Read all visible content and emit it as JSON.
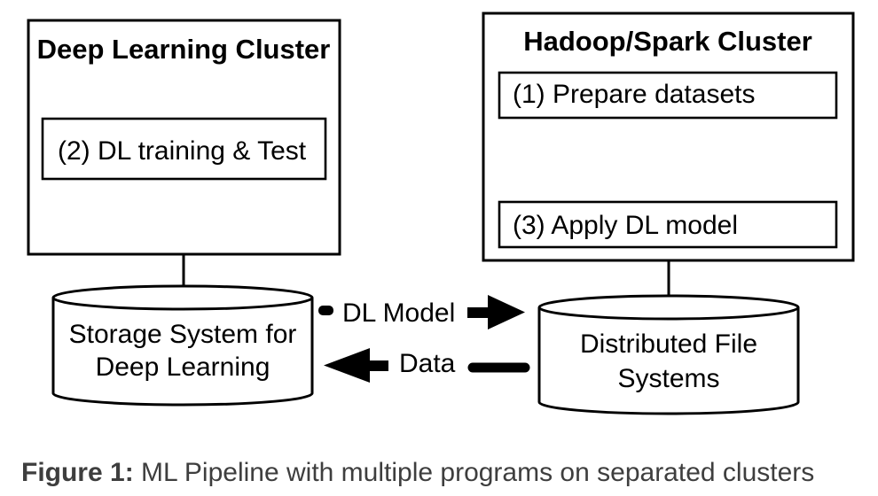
{
  "diagram": {
    "left_cluster": {
      "title": "Deep Learning Cluster",
      "steps": [
        {
          "label": "(2) DL training & Test"
        }
      ]
    },
    "right_cluster": {
      "title": "Hadoop/Spark Cluster",
      "steps": [
        {
          "label": "(1) Prepare datasets"
        },
        {
          "label": "(3) Apply DL model"
        }
      ]
    },
    "left_storage": {
      "line1": "Storage System for",
      "line2": "Deep Learning"
    },
    "right_storage": {
      "line1": "Distributed File",
      "line2": "Systems"
    },
    "flows": [
      {
        "label": "DL Model",
        "direction": "right"
      },
      {
        "label": "Data",
        "direction": "left"
      }
    ],
    "colors": {
      "line": "#000000",
      "background": "#ffffff",
      "caption_text": "#3e3e3e"
    }
  },
  "caption": {
    "prefix": "Figure 1:",
    "text": " ML Pipeline with multiple programs on separated clusters"
  }
}
